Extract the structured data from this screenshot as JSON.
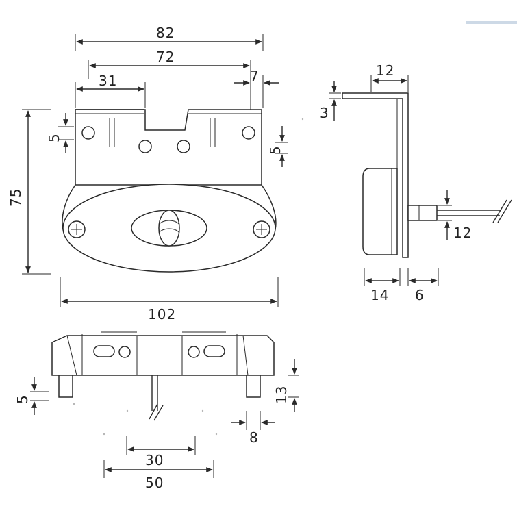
{
  "drawing": {
    "dimensions": {
      "front_top_width": "82",
      "front_tab_span": "72",
      "front_left_tab": "31",
      "front_right_tab": "7",
      "front_height": "75",
      "front_hole_left": "5",
      "front_hole_right": "5",
      "front_width": "102",
      "side_bracket_width": "12",
      "side_bracket_thickness": "3",
      "side_cable": "12",
      "side_body_depth": "14",
      "side_gland_depth": "6",
      "bottom_cable_span": "30",
      "bottom_span": "50",
      "bottom_pin_height": "5",
      "bottom_height": "13",
      "bottom_pin_width": "8"
    },
    "colors": {
      "line": "#2a2a2a",
      "accent_bar": "#cdd9e6"
    }
  }
}
